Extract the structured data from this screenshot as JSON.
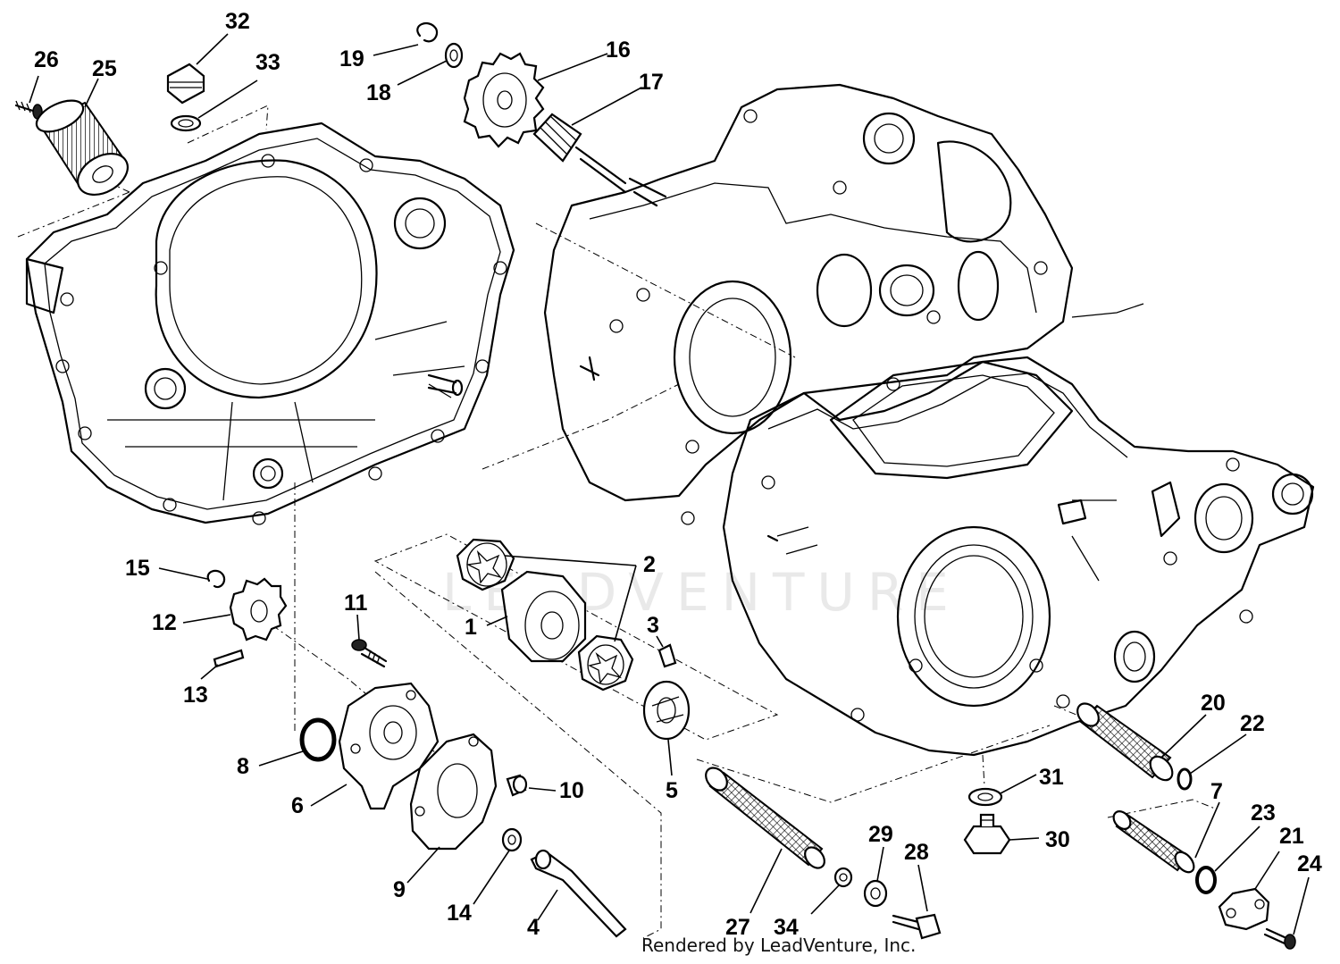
{
  "footer_text": "Rendered by LeadVenture, Inc.",
  "watermark_text": "LEADVENTURE",
  "callouts": [
    {
      "num": "26"
    },
    {
      "num": "25"
    },
    {
      "num": "32"
    },
    {
      "num": "33"
    },
    {
      "num": "19"
    },
    {
      "num": "18"
    },
    {
      "num": "16"
    },
    {
      "num": "17"
    },
    {
      "num": "15"
    },
    {
      "num": "12"
    },
    {
      "num": "13"
    },
    {
      "num": "11"
    },
    {
      "num": "8"
    },
    {
      "num": "6"
    },
    {
      "num": "9"
    },
    {
      "num": "10"
    },
    {
      "num": "14"
    },
    {
      "num": "4"
    },
    {
      "num": "2"
    },
    {
      "num": "1"
    },
    {
      "num": "3"
    },
    {
      "num": "5"
    },
    {
      "num": "20"
    },
    {
      "num": "22"
    },
    {
      "num": "31"
    },
    {
      "num": "30"
    },
    {
      "num": "7"
    },
    {
      "num": "23"
    },
    {
      "num": "21"
    },
    {
      "num": "24"
    },
    {
      "num": "27"
    },
    {
      "num": "34"
    },
    {
      "num": "29"
    },
    {
      "num": "28"
    }
  ]
}
